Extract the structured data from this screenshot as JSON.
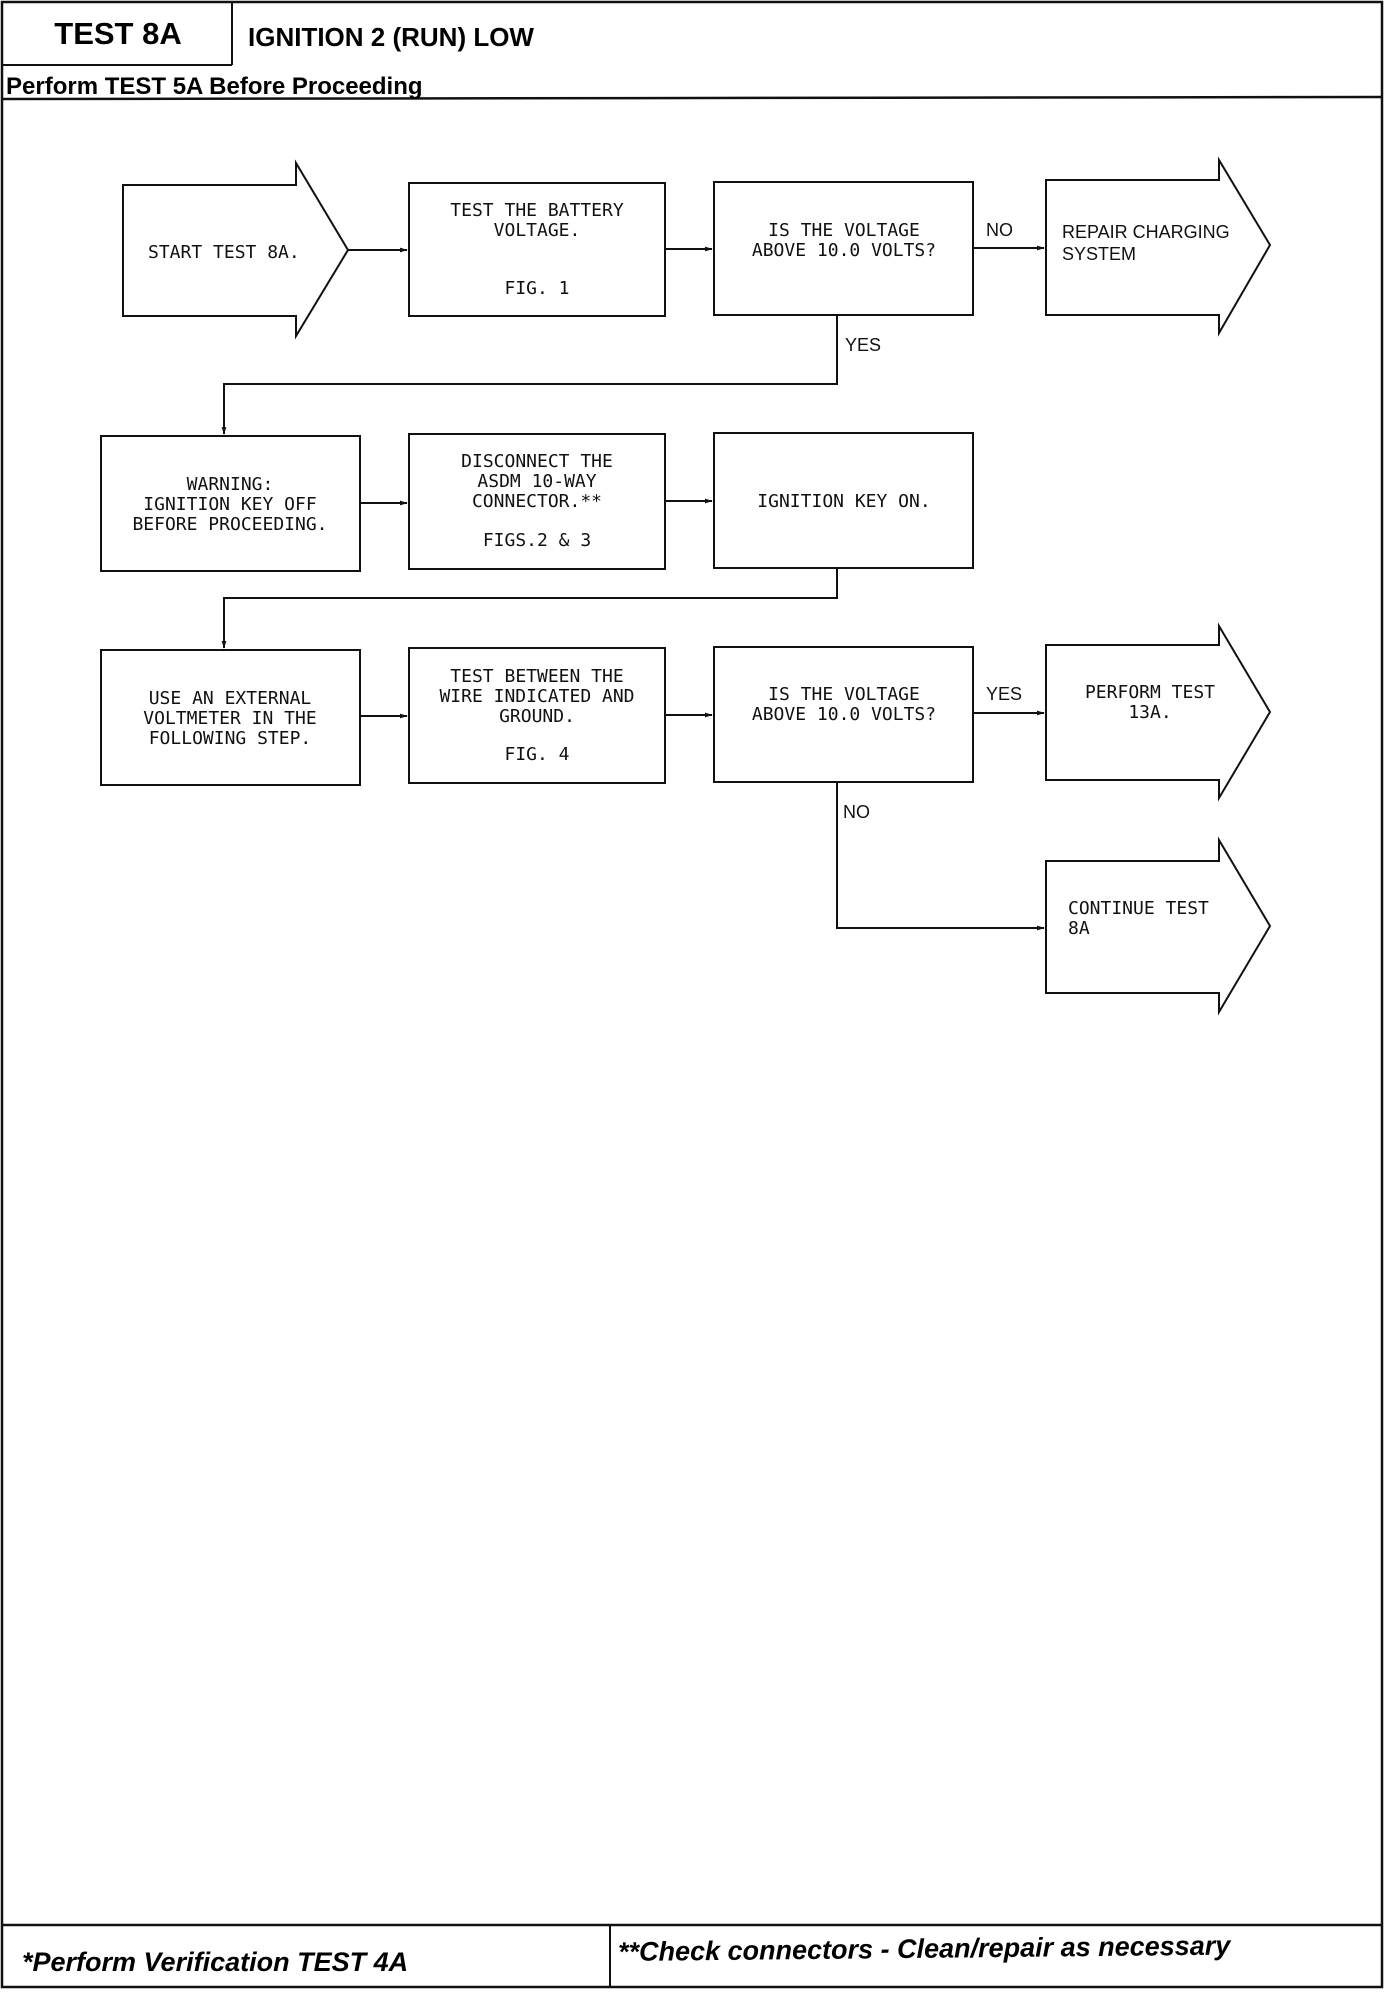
{
  "header": {
    "test_id": "TEST 8A",
    "title": "IGNITION 2 (RUN) LOW",
    "prerequisite": "Perform TEST 5A Before Proceeding"
  },
  "flowchart": {
    "start": "START TEST 8A.",
    "battery_voltage": [
      "TEST THE BATTERY",
      "VOLTAGE.",
      "FIG. 1"
    ],
    "question_1": [
      "IS THE VOLTAGE",
      "ABOVE 10.0 VOLTS?"
    ],
    "no_1": "NO",
    "repair_charging": [
      "REPAIR CHARGING",
      "SYSTEM"
    ],
    "yes_1": "YES",
    "warning": [
      "WARNING:",
      "IGNITION KEY OFF",
      "BEFORE PROCEEDING."
    ],
    "disconnect": [
      "DISCONNECT THE",
      "ASDM 10-WAY",
      "CONNECTOR.**",
      "FIGS.2 & 3"
    ],
    "ignition_on": "IGNITION KEY ON.",
    "use_voltmeter": [
      "USE AN EXTERNAL",
      "VOLTMETER IN THE",
      "FOLLOWING STEP."
    ],
    "test_between": [
      "TEST BETWEEN THE",
      "WIRE INDICATED AND",
      "GROUND.",
      "FIG. 4"
    ],
    "question_2": [
      "IS THE VOLTAGE",
      "ABOVE 10.0 VOLTS?"
    ],
    "yes_2": "YES",
    "perform_13a": [
      "PERFORM TEST",
      "13A."
    ],
    "no_2": "NO",
    "continue_8a": [
      "CONTINUE TEST",
      "8A"
    ]
  },
  "footer": {
    "left": "*Perform Verification  TEST 4A",
    "right": "**Check connectors - Clean/repair as necessary"
  }
}
